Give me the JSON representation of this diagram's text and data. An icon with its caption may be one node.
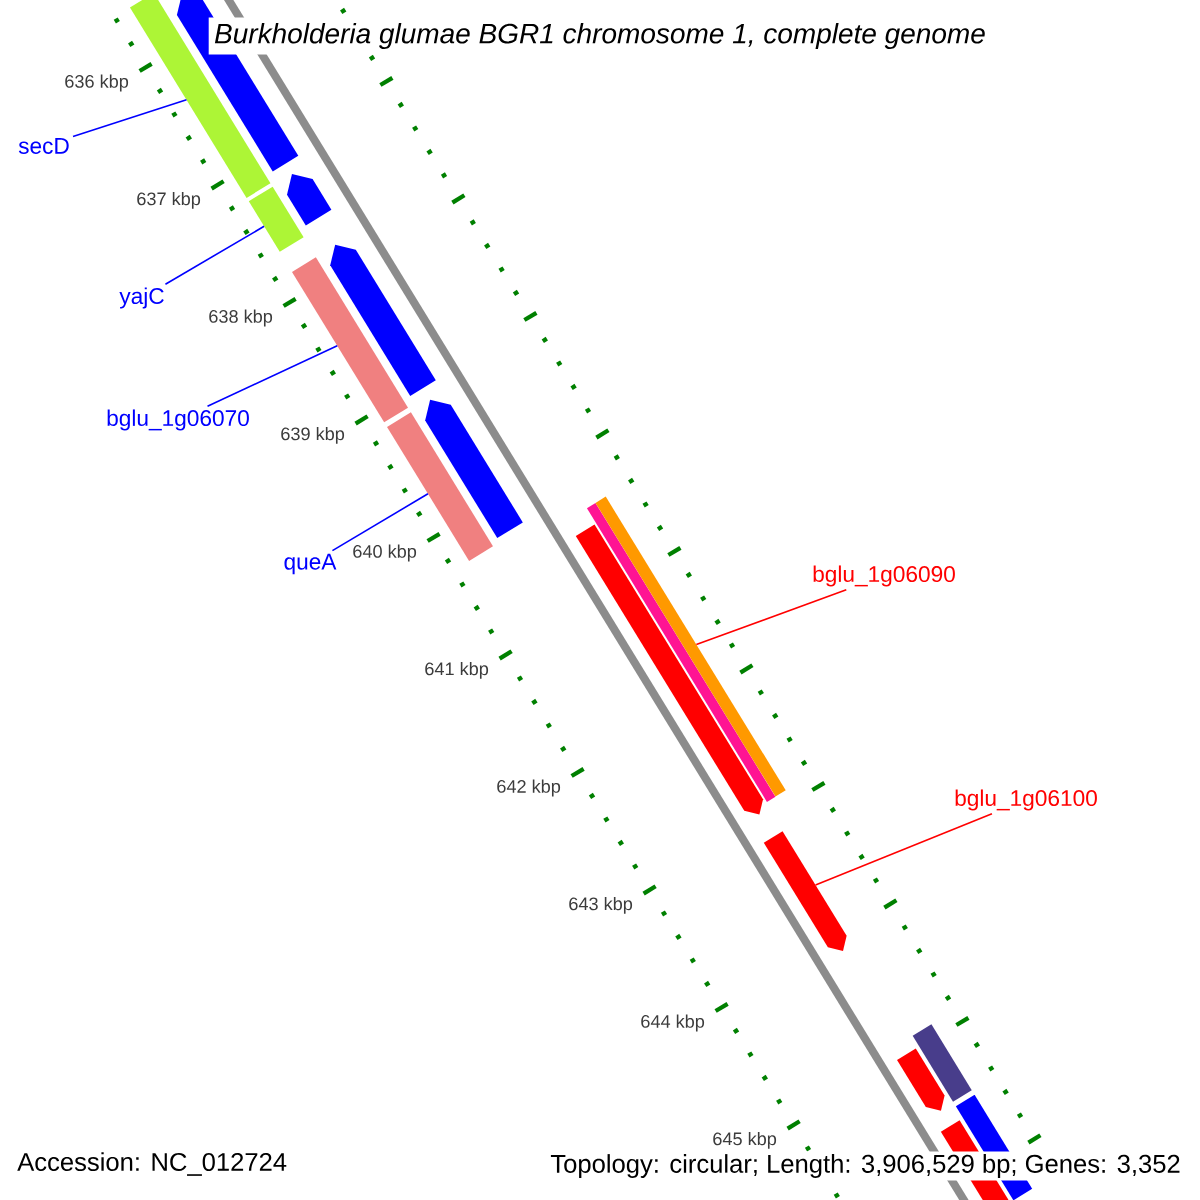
{
  "diagram": {
    "title": "Burkholderia glumae BGR1 chromosome 1, complete genome",
    "nodes": [
      {
        "text": [
          "secD"
        ]
      },
      {
        "text": [
          "yajC"
        ]
      },
      {
        "text": [
          "bglu_1g06070"
        ]
      },
      {
        "text": [
          "queA"
        ]
      },
      {
        "text": [
          "bglu_1g06090"
        ]
      },
      {
        "text": [
          "bglu_1g06100"
        ]
      },
      {
        "text": [],
        "shape": "bar"
      },
      {
        "text": [],
        "shape": "arrow"
      },
      {
        "text": [],
        "shape": "bar"
      },
      {
        "text": [],
        "shape": "arrow"
      },
      {
        "text": [],
        "shape": "bar"
      },
      {
        "text": [],
        "shape": "arrow"
      },
      {
        "text": [],
        "shape": "bar"
      },
      {
        "text": [],
        "shape": "arrow"
      },
      {
        "text": [],
        "shape": "arrow"
      },
      {
        "text": [],
        "shape": "bar"
      },
      {
        "text": [],
        "shape": "bar"
      },
      {
        "text": [],
        "shape": "arrow"
      },
      {
        "text": [],
        "shape": "bar"
      },
      {
        "text": [],
        "shape": "arrow"
      },
      {
        "text": [],
        "shape": "bar"
      },
      {
        "text": [],
        "shape": "bar"
      }
    ],
    "edges": [
      {
        "from": 0,
        "to": 6,
        "arrow": "none"
      },
      {
        "from": 1,
        "to": 8,
        "arrow": "none"
      },
      {
        "from": 2,
        "to": 10,
        "arrow": "none"
      },
      {
        "from": 3,
        "to": 12,
        "arrow": "none"
      },
      {
        "from": 4,
        "to": 16,
        "arrow": "none",
        "color": "#ff0000"
      },
      {
        "from": 5,
        "to": 17,
        "arrow": "none",
        "color": "#ff0000"
      }
    ],
    "labels": [
      "636 kbp",
      "637 kbp",
      "638 kbp",
      "639 kbp",
      "640 kbp",
      "641 kbp",
      "642 kbp",
      "643 kbp",
      "644 kbp",
      "645 kbp",
      "Accession: NC_012724",
      "Topology: circular; Length: 3,906,529 bp; Genes: 3,352"
    ]
  }
}
